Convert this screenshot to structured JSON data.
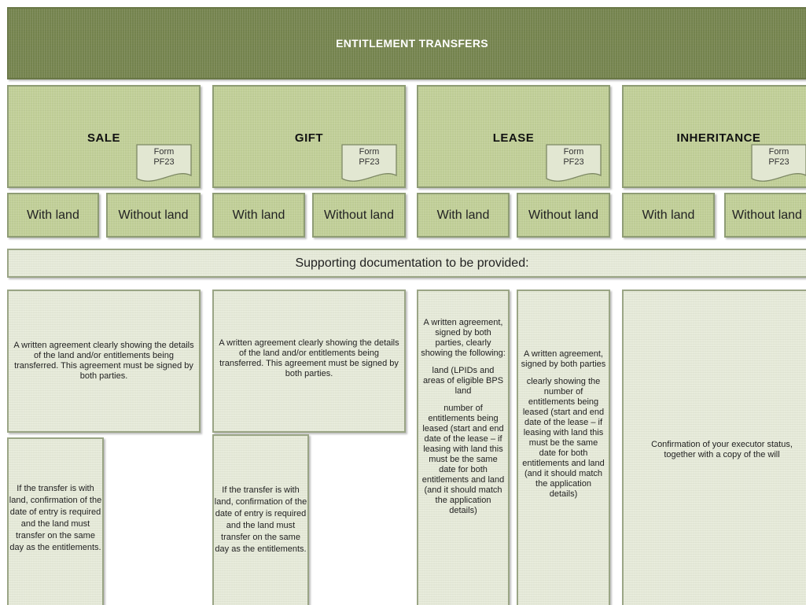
{
  "title": "ENTITLEMENT TRANSFERS",
  "types": [
    {
      "label": "SALE",
      "form_line1": "Form",
      "form_line2": "PF23"
    },
    {
      "label": "GIFT",
      "form_line1": "Form",
      "form_line2": "PF23"
    },
    {
      "label": "LEASE",
      "form_line1": "Form",
      "form_line2": "PF23"
    },
    {
      "label": "INHERITANCE",
      "form_line1": "Form",
      "form_line2": "PF23"
    }
  ],
  "land_options": {
    "with": "With land",
    "without": "Without land"
  },
  "supporting": "Supporting documentation to be provided:",
  "docs": {
    "sale_agreement": "A written agreement clearly showing the details of the land and/or entitlements being transferred.  This agreement must be signed by both parties.",
    "sale_land": "If the transfer is with land, confirmation of the date of entry is required and the land must transfer on the same day as the entitlements.",
    "gift_agreement": "A written agreement clearly showing the details of the land and/or entitlements being transferred.  This agreement must be signed by both parties.",
    "gift_land": "If the transfer is with land, confirmation of the date of entry is required and the land must transfer on the same day as the entitlements.",
    "lease_with": {
      "intro": "A written agreement, signed by both parties, clearly showing the following:",
      "land": "land (LPIDs and areas of eligible BPS land",
      "number": "number of entitlements being leased (start and end date of the lease – if leasing with land this must be the same date for both entitlements and land (and it should match the application details)"
    },
    "lease_without": {
      "intro": "A written agreement, signed by both parties",
      "detail": "clearly showing the number of entitlements being leased (start and end date of the lease – if leasing with land this must be the same date for both entitlements and land (and it should match the application details)"
    },
    "inheritance": "Confirmation of your executor status, together with a copy of the will"
  }
}
